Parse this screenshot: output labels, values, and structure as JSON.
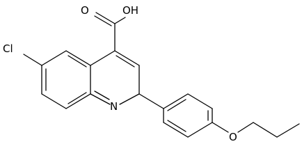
{
  "molecule": {
    "atom_labels": {
      "chlorine": "Cl",
      "carboxylic_oxygen_carbonyl": "O",
      "carboxylic_hydroxyl": "OH",
      "quinoline_nitrogen": "N",
      "ether_oxygen": "O"
    },
    "colors": {
      "bond": "#000000",
      "label": "#000000",
      "background": "#ffffff"
    }
  }
}
